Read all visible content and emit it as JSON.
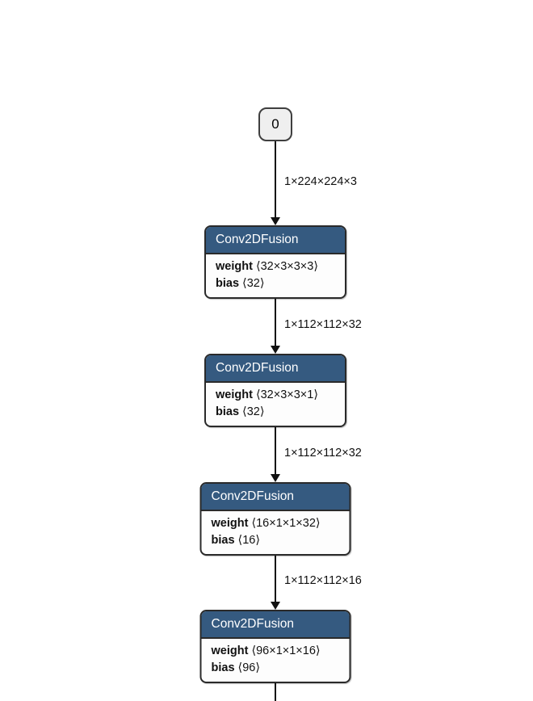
{
  "colors": {
    "layer-header-bg": "#355a80",
    "layer-header-text": "#ffffff",
    "node-border": "#2a2a2a",
    "node-body-bg": "#fdfdfd",
    "io-node-bg": "#efefef",
    "io-node-border": "#3f3f3f",
    "edge-color": "#111111",
    "canvas-bg": "#ffffff"
  },
  "graph": {
    "nodes": [
      {
        "kind": "input",
        "label": "0"
      },
      {
        "kind": "layer",
        "header": "Conv2DFusion",
        "attributes": [
          {
            "name": "weight",
            "value": "⟨32×3×3×3⟩"
          },
          {
            "name": "bias",
            "value": "⟨32⟩"
          }
        ]
      },
      {
        "kind": "layer",
        "header": "Conv2DFusion",
        "attributes": [
          {
            "name": "weight",
            "value": "⟨32×3×3×1⟩"
          },
          {
            "name": "bias",
            "value": "⟨32⟩"
          }
        ]
      },
      {
        "kind": "layer",
        "header": "Conv2DFusion",
        "attributes": [
          {
            "name": "weight",
            "value": "⟨16×1×1×32⟩"
          },
          {
            "name": "bias",
            "value": "⟨16⟩"
          }
        ]
      },
      {
        "kind": "layer",
        "header": "Conv2DFusion",
        "attributes": [
          {
            "name": "weight",
            "value": "⟨96×1×1×16⟩"
          },
          {
            "name": "bias",
            "value": "⟨96⟩"
          }
        ]
      }
    ],
    "edges": [
      {
        "label": "1×224×224×3"
      },
      {
        "label": "1×112×112×32"
      },
      {
        "label": "1×112×112×32"
      },
      {
        "label": "1×112×112×16"
      }
    ]
  }
}
